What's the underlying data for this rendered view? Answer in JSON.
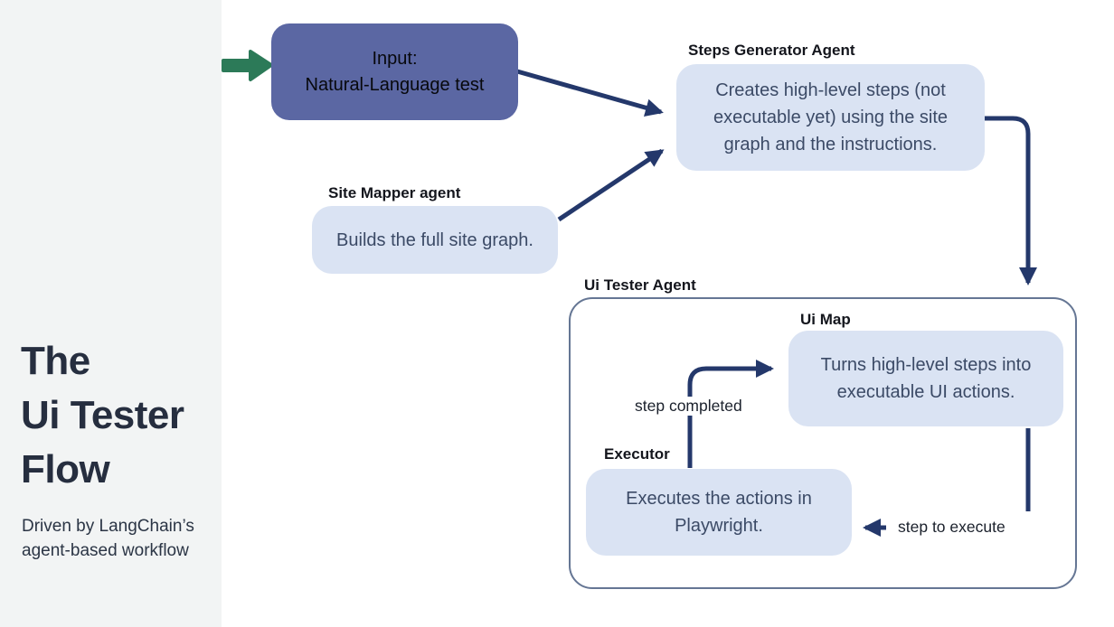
{
  "colors": {
    "navy_connector": "#24386b",
    "green_accent": "#2c7a58",
    "purple_fill": "#5b67a3",
    "light_blue_fill": "#dae3f3",
    "container_border": "#657694",
    "sidebar_bg": "#f2f4f4"
  },
  "sidebar": {
    "title": "The\nUi Tester\nFlow",
    "subtitle": "Driven by LangChain’s\nagent-based workflow"
  },
  "diagram": {
    "input": {
      "body": "Input:\nNatural-Language test"
    },
    "steps_generator": {
      "label": "Steps Generator Agent",
      "body": "Creates high-level steps (not\nexecutable yet) using the site\ngraph and the instructions."
    },
    "site_mapper": {
      "label": "Site Mapper agent",
      "body": "Builds the full site graph."
    },
    "ui_tester": {
      "label": "Ui Tester Agent"
    },
    "ui_map": {
      "label": "Ui Map",
      "body": "Turns high-level steps into\nexecutable UI actions."
    },
    "executor": {
      "label": "Executor",
      "body": "Executes the actions in\nPlaywright."
    },
    "edges": {
      "step_completed": "step completed",
      "step_to_execute": "step to execute"
    }
  }
}
